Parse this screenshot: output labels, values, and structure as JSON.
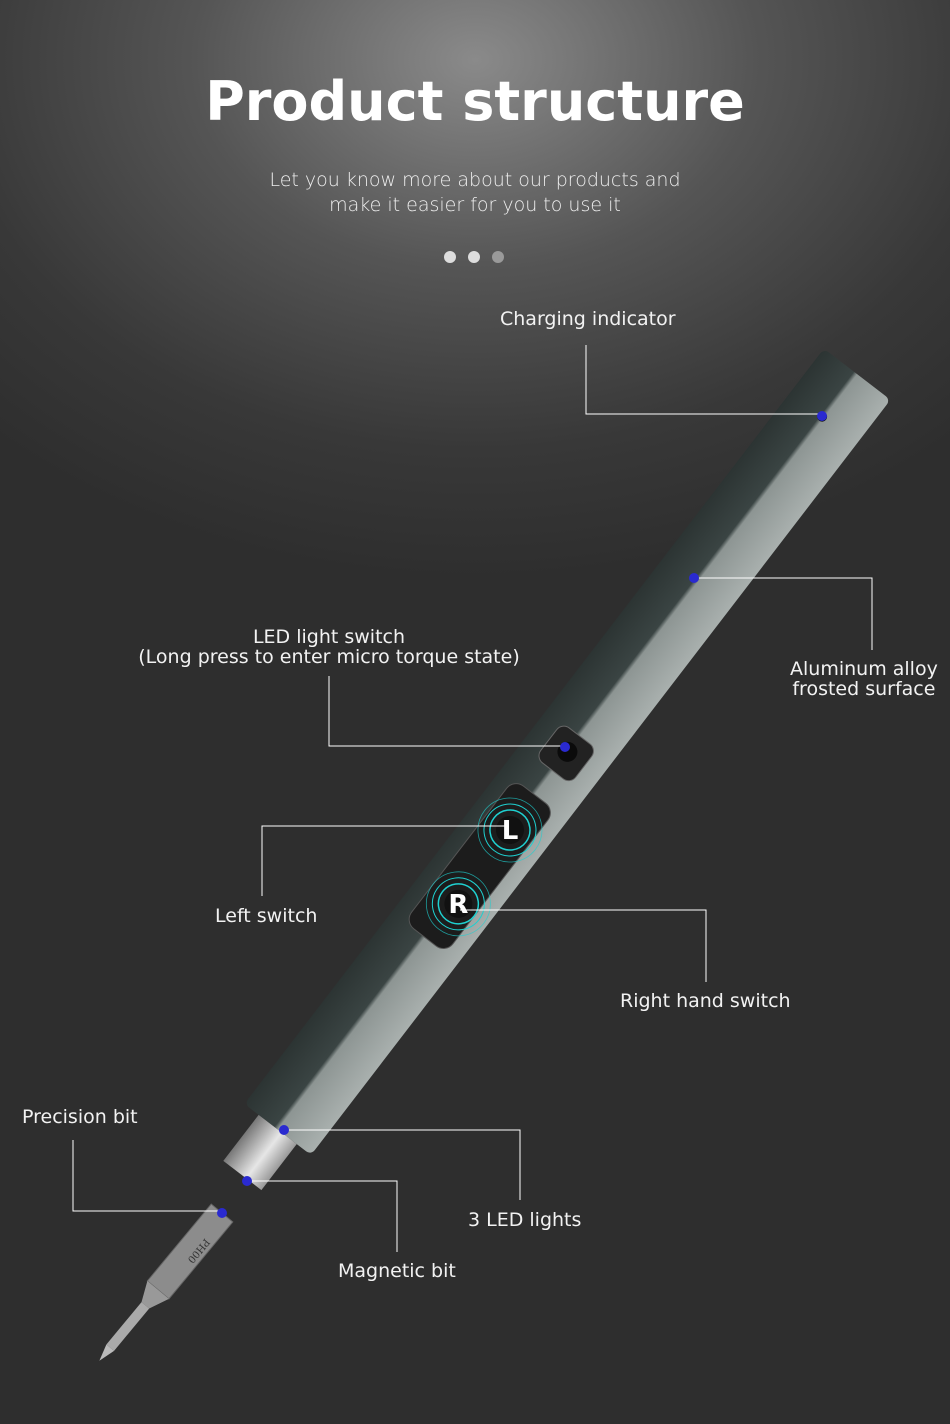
{
  "header": {
    "title": "Product structure",
    "subtitle_line1": "Let you know more about our products and",
    "subtitle_line2": "make it easier for you to use it"
  },
  "pagination": {
    "count": 3,
    "active": 0
  },
  "pen": {
    "left_button": "L",
    "right_button": "R",
    "bit_marking": "PH00"
  },
  "labels": {
    "charging": "Charging indicator",
    "aluminum_1": "Aluminum alloy",
    "aluminum_2": "frosted surface",
    "led_switch_1": "LED light switch",
    "led_switch_2": "(Long press to enter micro torque state)",
    "left_switch": "Left switch",
    "right_switch": "Right hand switch",
    "precision_bit": "Precision bit",
    "led_lights": "3 LED lights",
    "magnetic_bit": "Magnetic bit"
  },
  "colors": {
    "marker": "#2a2ad0",
    "ring": "#1fd0d0",
    "leader": "#ffffff"
  }
}
